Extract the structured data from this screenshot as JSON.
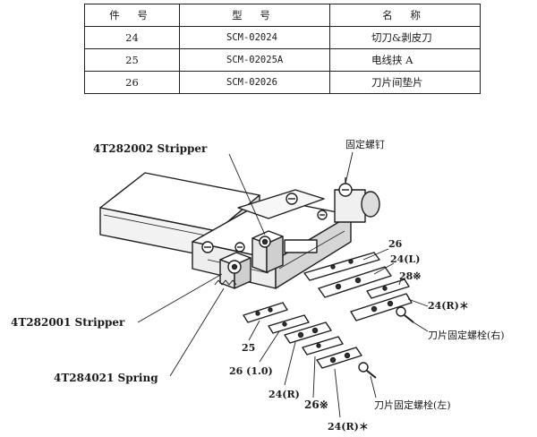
{
  "table": {
    "headers": [
      "件 号",
      "型 号",
      "名 称"
    ],
    "rows": [
      {
        "part_no": "24",
        "model": "SCM-02024",
        "name": "切刀&剥皮刀"
      },
      {
        "part_no": "25",
        "model": "SCM-02025A",
        "name": "电线挟 A"
      },
      {
        "part_no": "26",
        "model": "SCM-02026",
        "name": "刀片间垫片"
      }
    ]
  },
  "callouts": {
    "stripper_top": "4T282002  Stripper",
    "fixing_screw": "固定螺钉",
    "stripper_left": "4T282001  Stripper",
    "spring": "4T284021  Spring",
    "c26": "26",
    "c24l": "24(L)",
    "c28": "28※",
    "c24r_star_right": "24(R)＊",
    "blade_screw_right": "刀片固定螺栓(右)",
    "c25": "25",
    "c26_1": "26 (1.0)",
    "c24r": "24(R)",
    "c26_star": "26※",
    "blade_screw_left": "刀片固定螺栓(左)",
    "c24r_star_bottom": "24(R)＊"
  }
}
